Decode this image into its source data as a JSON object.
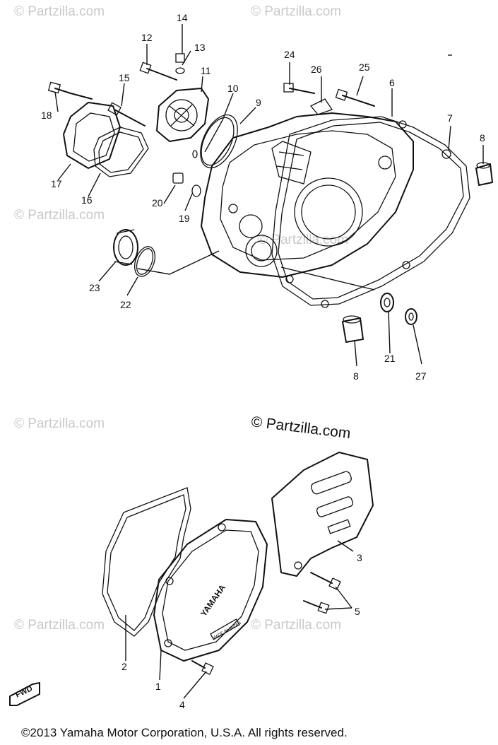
{
  "watermarks": {
    "faint": "© Partzilla.com",
    "prominent": "© Partzilla.com"
  },
  "copyright": "©2013 Yamaha Motor Corporation, U.S.A. All rights reserved.",
  "fwd_label": "FWD",
  "cover_brand": "YAMAHA",
  "cover_small_text": "MADE IN JAPAN",
  "callouts": {
    "c1": "1",
    "c2": "2",
    "c3": "3",
    "c4": "4",
    "c5": "5",
    "c6": "6",
    "c7": "7",
    "c8a": "8",
    "c8b": "8",
    "c9": "9",
    "c10": "10",
    "c11": "11",
    "c12": "12",
    "c13": "13",
    "c14": "14",
    "c15": "15",
    "c16": "16",
    "c17": "17",
    "c18": "18",
    "c19": "19",
    "c20": "20",
    "c21": "21",
    "c22": "22",
    "c23": "23",
    "c24": "24",
    "c25": "25",
    "c26": "26",
    "c27": "27"
  }
}
